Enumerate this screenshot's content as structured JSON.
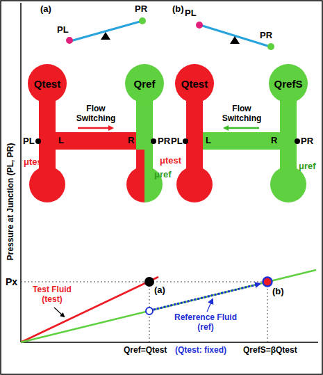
{
  "diagram": {
    "nodes": [
      {
        "text": [
          "Qtest"
        ]
      },
      {
        "text": [
          "Qref"
        ]
      },
      {
        "text": [
          "Qtest"
        ]
      },
      {
        "text": [
          "QrefS"
        ]
      }
    ],
    "labels": [
      "(a)",
      "PL",
      "PR",
      "(b)",
      "PL",
      "PR",
      "Flow Switching",
      "PL",
      "L",
      "R",
      "PR",
      "μtest",
      "μref",
      "Flow Switching",
      "PL",
      "L",
      "R",
      "PR",
      "μtest",
      "μref",
      "Pressure at Junction (PL, PR)",
      "Px",
      "Test Fluid (test)",
      "(a)",
      "(b)",
      "Reference Fluid (ref)",
      "Qref=Qtest",
      "(Qtest: fixed)",
      "QrefS=βQtest"
    ]
  }
}
